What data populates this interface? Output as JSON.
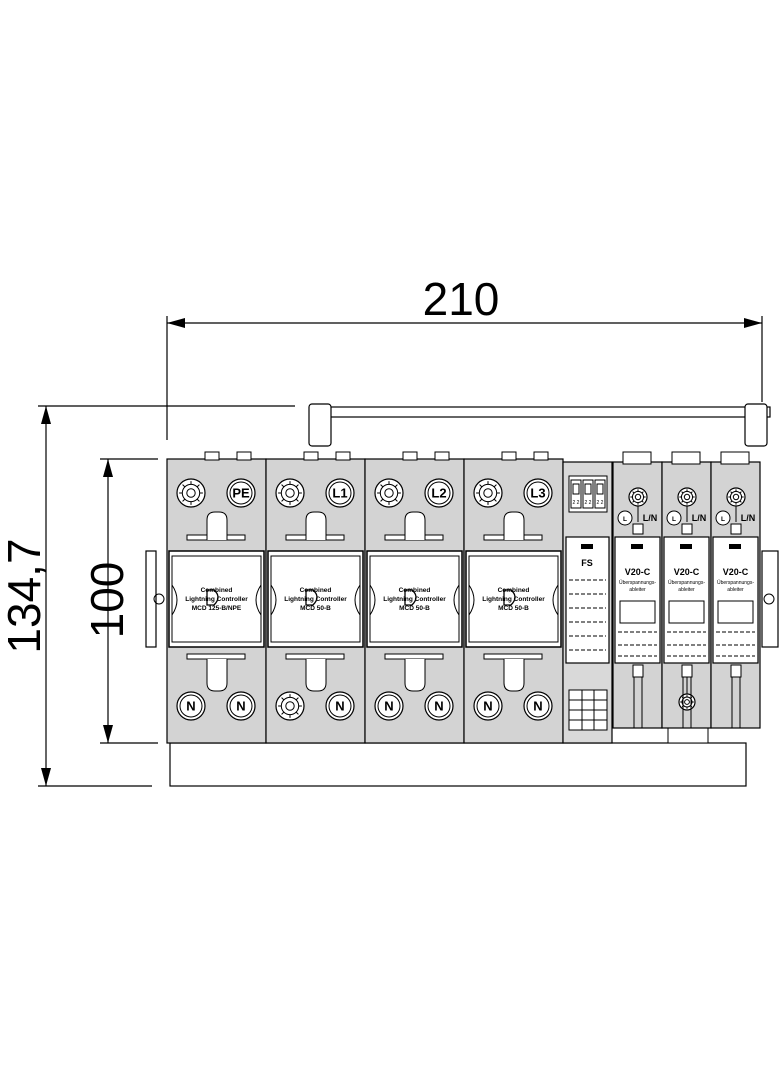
{
  "dimensions": {
    "width": "210",
    "height_total": "134,7",
    "height_module": "100"
  },
  "main_modules": [
    {
      "top_terminals": [
        "",
        "PE"
      ],
      "bottom_terminals": [
        "N",
        "N"
      ],
      "bottom_first_screw": false,
      "label_lines": [
        "Combined",
        "Lightning Controller",
        "MCD 125-B/NPE"
      ]
    },
    {
      "top_terminals": [
        "",
        "L1"
      ],
      "bottom_terminals": [
        "",
        "N"
      ],
      "bottom_first_screw": true,
      "label_lines": [
        "Combined",
        "Lightning Controller",
        "MCD 50-B"
      ]
    },
    {
      "top_terminals": [
        "",
        "L2"
      ],
      "bottom_terminals": [
        "N",
        "N"
      ],
      "bottom_first_screw": false,
      "label_lines": [
        "Combined",
        "Lightning Controller",
        "MCD 50-B"
      ]
    },
    {
      "top_terminals": [
        "",
        "L3"
      ],
      "bottom_terminals": [
        "N",
        "N"
      ],
      "bottom_first_screw": false,
      "label_lines": [
        "Combined",
        "Lightning Controller",
        "MCD 50-B"
      ]
    }
  ],
  "fs_module": {
    "label": "FS",
    "contacts": [
      "2 2",
      "2 2",
      "2 2"
    ]
  },
  "v20_modules": [
    {
      "label": "V20-C",
      "sub_lines": [
        "Überspannungs-",
        "ableiter"
      ],
      "top_left": "L",
      "top_right": "L/N"
    },
    {
      "label": "V20-C",
      "sub_lines": [
        "Überspannungs-",
        "ableiter"
      ],
      "top_left": "L",
      "top_right": "L/N"
    },
    {
      "label": "V20-C",
      "sub_lines": [
        "Überspannungs-",
        "ableiter"
      ],
      "top_left": "L",
      "top_right": "L/N"
    }
  ]
}
